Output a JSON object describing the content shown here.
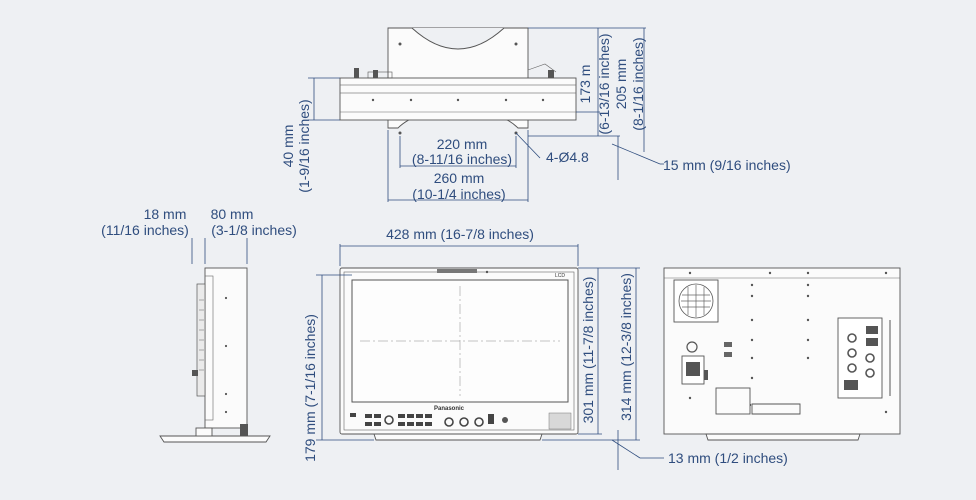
{
  "dimensions": {
    "top_view": {
      "height_40": "40 mm",
      "height_40_in": "(1-9/16 inches)",
      "width_220": "220 mm",
      "width_220_in": "(8-11/16 inches)",
      "width_260": "260 mm",
      "width_260_in": "(10-1/4 inches)",
      "hole": "4-Ø4.8",
      "depth_173": "173 m",
      "depth_173_in": "(6-13/16 inches)",
      "depth_205": "205 mm",
      "depth_205_in": "(8-1/16 inches)",
      "offset_15": "15 mm (9/16 inches)"
    },
    "side_view": {
      "depth_18": "18 mm",
      "depth_18_in": "(11/16 inches)",
      "depth_80": "80 mm",
      "depth_80_in": "(3-1/8 inches)"
    },
    "front_view": {
      "width_428": "428 mm (16-7/8 inches)",
      "height_179": "179 mm (7-1/16 inches)",
      "height_301": "301 mm (11-7/8 inches)",
      "height_314": "314 mm (12-3/8 inches)",
      "offset_13": "13 mm (1/2 inches)",
      "brand": "Panasonic"
    }
  },
  "colors": {
    "dimension": "#2f4d7e",
    "background": "#eef0f3",
    "outline": "#555555"
  }
}
